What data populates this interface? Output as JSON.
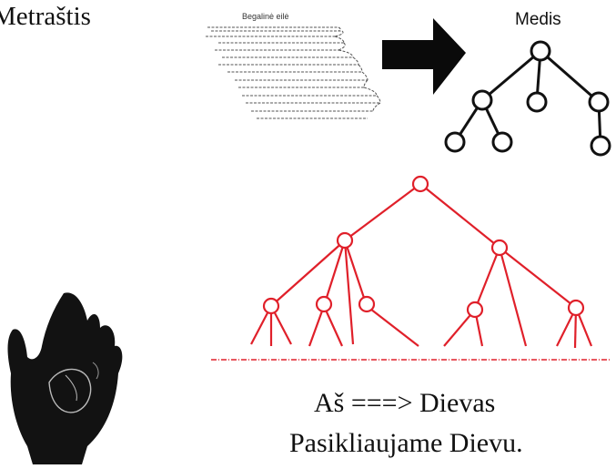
{
  "title": "Metraštis",
  "queue_label": "Begalinė eilė",
  "tree_label": "Medis",
  "caption_line1": "Aš ===> Dievas",
  "caption_line2": "Pasikliaujame Dievu.",
  "colors": {
    "ink": "#111111",
    "red_tree": "#e0202a",
    "hand": "#111111"
  },
  "icons": {
    "arrow": "right-arrow-icon",
    "hand": "hand-icon"
  }
}
